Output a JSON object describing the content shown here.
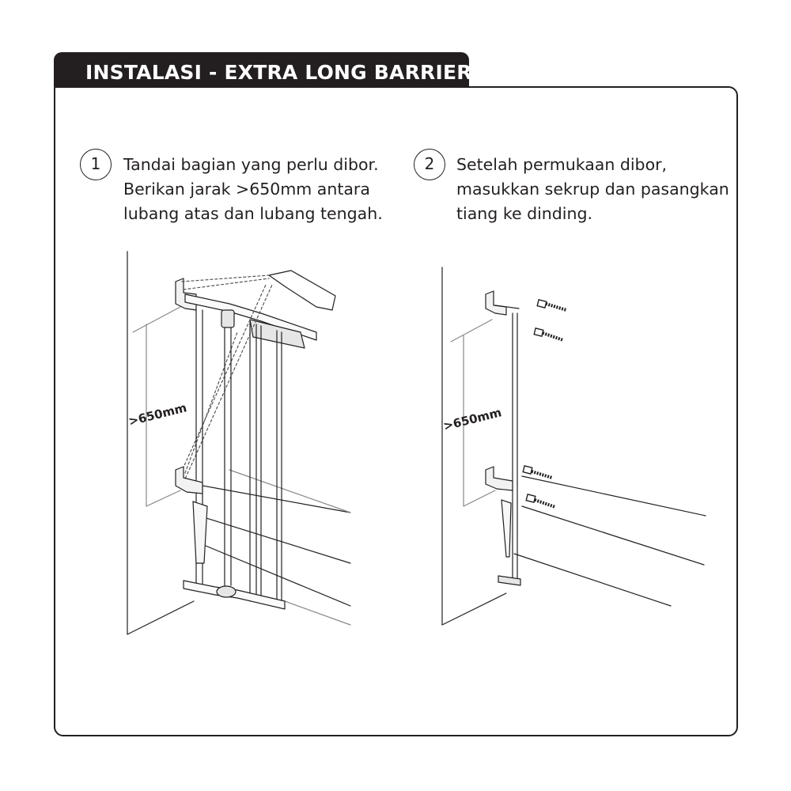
{
  "header": {
    "title": "INSTALASI - EXTRA LONG BARRIER"
  },
  "steps": [
    {
      "number": "1",
      "lines": [
        "Tandai bagian yang perlu dibor.",
        "Berikan jarak >650mm antara",
        "lubang atas dan lubang tengah."
      ]
    },
    {
      "number": "2",
      "lines": [
        "Setelah permukaan dibor,",
        "masukkan sekrup dan pasangkan",
        "tiang ke dinding."
      ]
    }
  ],
  "figures": {
    "left": {
      "dimension_label": ">650mm",
      "icon": "drill-marking-illustration"
    },
    "right": {
      "dimension_label": ">650mm",
      "icon": "screw-installation-illustration"
    }
  },
  "colors": {
    "ink": "#231f20",
    "background": "#ffffff"
  }
}
